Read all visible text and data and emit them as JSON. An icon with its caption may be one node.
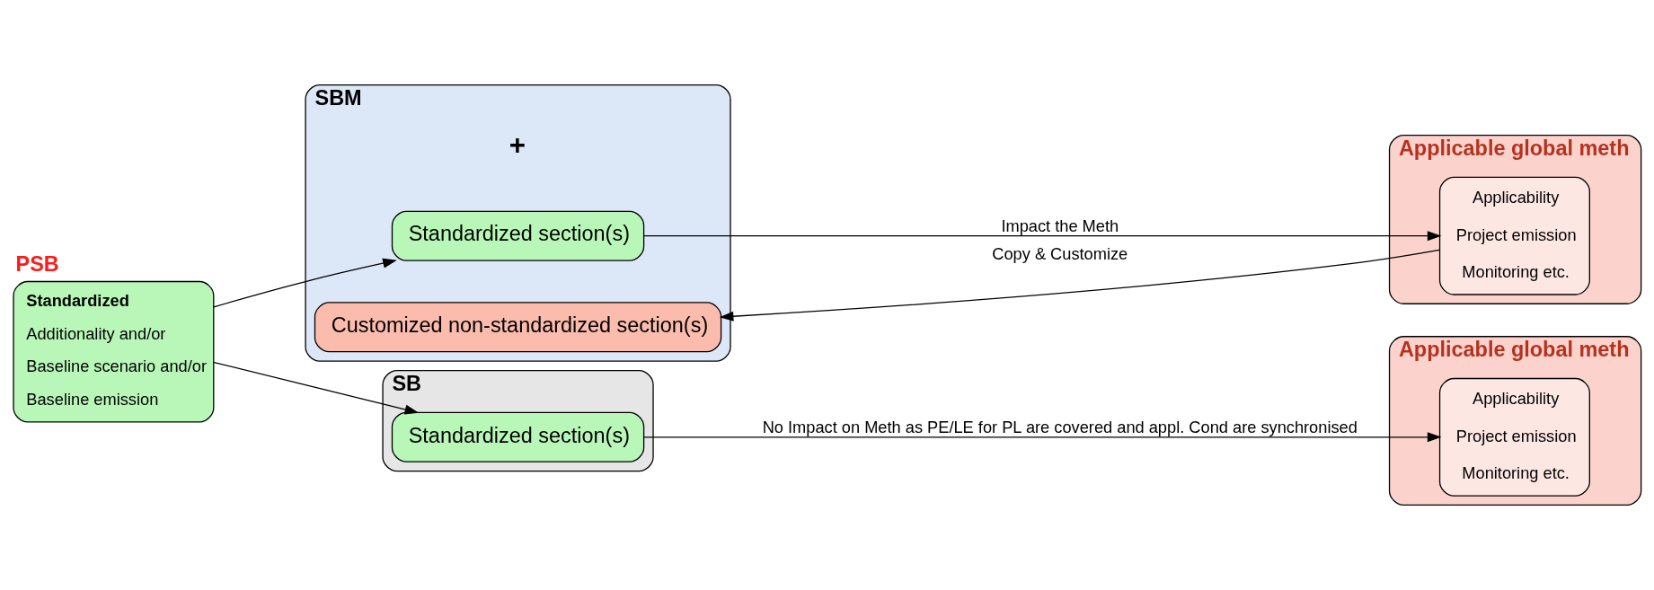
{
  "diagram": {
    "nodes": [
      {
        "text": [
          "PSB",
          "Standardized",
          "Additionality and/or",
          "Baseline scenario and/or",
          "Baseline emission"
        ]
      },
      {
        "text": [
          "SBM"
        ]
      },
      {
        "text": [
          "Standardized section(s)"
        ],
        "in": 1
      },
      {
        "text": [
          "Customized non-standardized section(s)"
        ],
        "in": 1
      },
      {
        "text": [
          "Applicable global meth"
        ]
      },
      {
        "text": [
          "Applicability",
          "Project emission",
          "Monitoring etc."
        ],
        "in": 4
      },
      {
        "text": [
          "SB"
        ]
      },
      {
        "text": [
          "Standardized section(s)"
        ],
        "in": 6
      },
      {
        "text": [
          "Applicable global meth"
        ]
      },
      {
        "text": [
          "Applicability",
          "Project emission",
          "Monitoring etc."
        ],
        "in": 8
      }
    ],
    "edges": [
      {
        "from": 0,
        "to": 2,
        "arrow": "to"
      },
      {
        "from": 0,
        "to": 7,
        "arrow": "to"
      },
      {
        "from": 2,
        "to": 5,
        "arrow": "to",
        "label": "Impact the Meth"
      },
      {
        "from": 5,
        "to": 3,
        "arrow": "to",
        "label": "Copy & Customize"
      },
      {
        "from": 7,
        "to": 9,
        "arrow": "to",
        "label": "No Impact on Meth as PE/LE for PL are covered and appl. Cond are synchronised"
      }
    ],
    "labels": [
      "+"
    ]
  }
}
